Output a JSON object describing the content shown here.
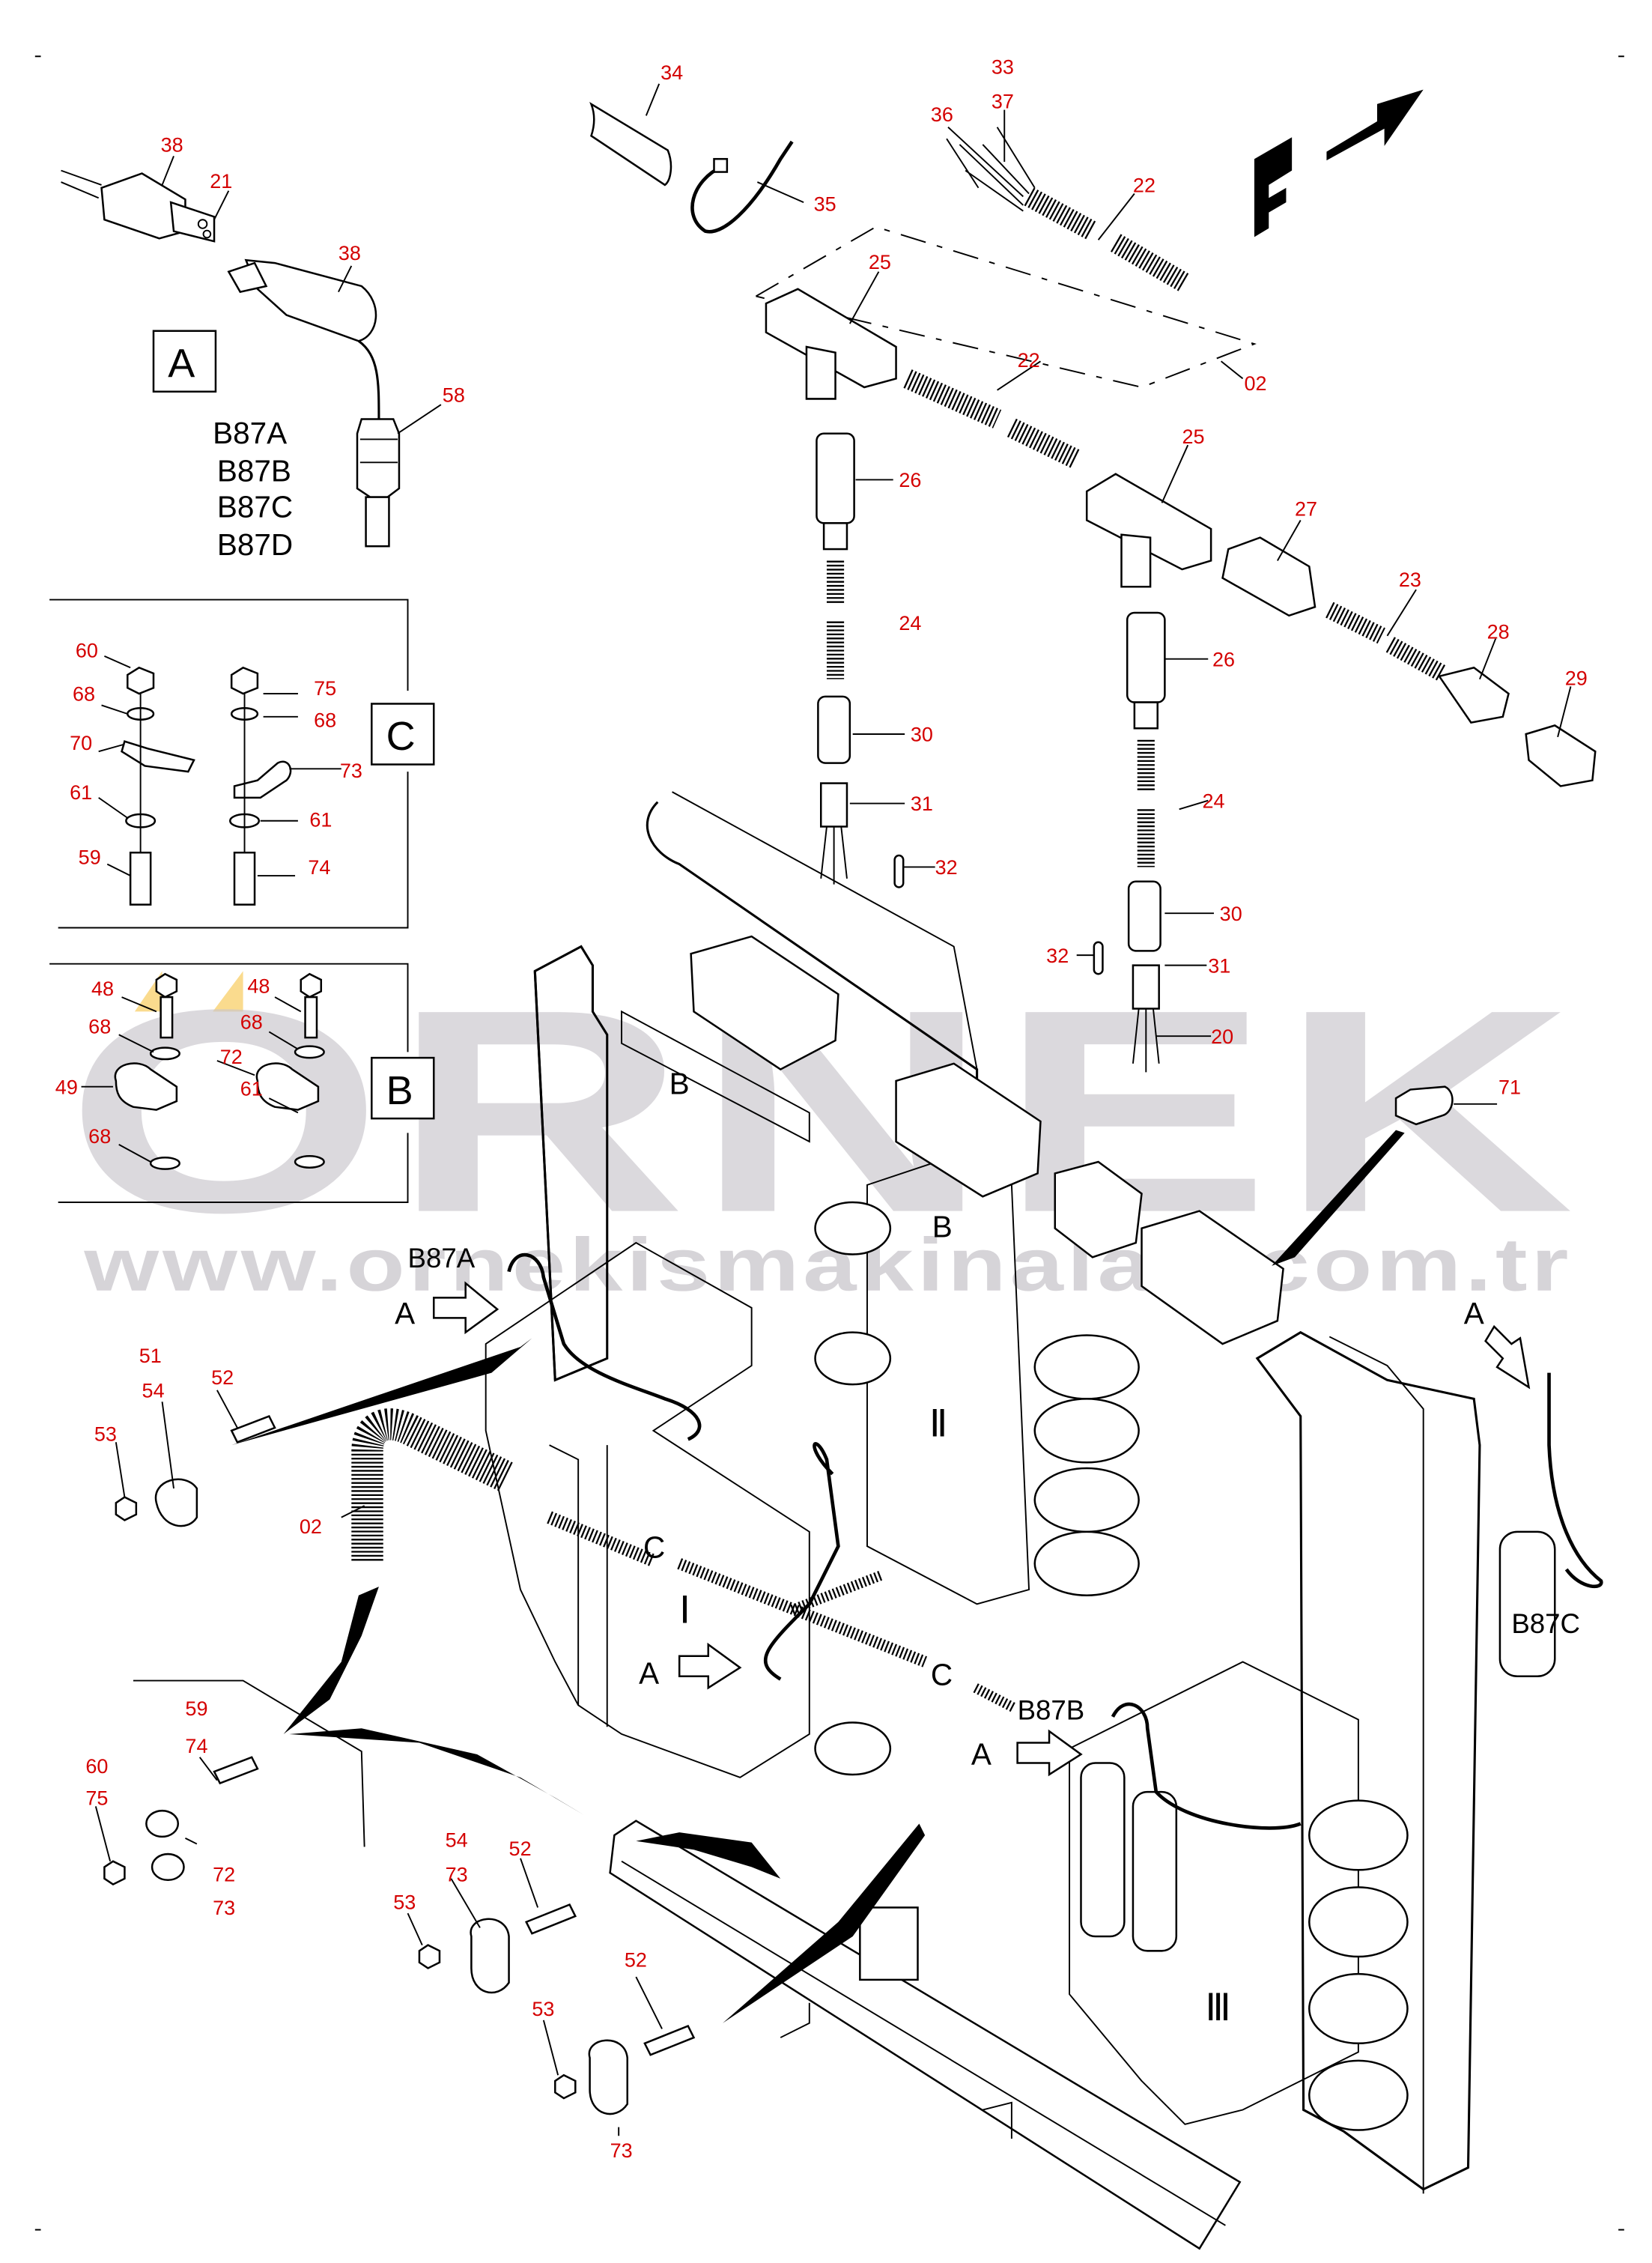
{
  "diagram": {
    "title": "Hydraulic valve block electrical harness — exploded parts view",
    "direction_marker": "F",
    "detail_boxes": {
      "A": {
        "letter": "A",
        "sensors": [
          "B87A",
          "B87B",
          "B87C",
          "B87D"
        ]
      },
      "C": {
        "letter": "C"
      },
      "B": {
        "letter": "B"
      }
    },
    "valve_sections": [
      "Ⅰ",
      "Ⅱ",
      "Ⅲ"
    ],
    "view_tags": {
      "b_top": "B",
      "b_mid": "B",
      "a_left": "A",
      "a_right": "A",
      "a_mid": "A",
      "a_lower": "A",
      "c_left": "C",
      "c_right": "C",
      "b87a": "B87A",
      "b87b": "B87B",
      "b87c": "B87C"
    },
    "callouts": {
      "detailA": [
        "38",
        "21",
        "38",
        "58"
      ],
      "top": [
        "34",
        "35",
        "36",
        "33",
        "37",
        "22",
        "25",
        "22",
        "02",
        "25",
        "26",
        "27",
        "23",
        "24",
        "28",
        "29",
        "26",
        "30",
        "31",
        "32",
        "24",
        "30",
        "32",
        "31",
        "20"
      ],
      "boxC": [
        "60",
        "68",
        "70",
        "61",
        "59",
        "75",
        "68",
        "73",
        "61",
        "74"
      ],
      "boxB": [
        "48",
        "48",
        "68",
        "68",
        "72",
        "49",
        "68",
        "61"
      ],
      "main": [
        "71",
        "51",
        "54",
        "52",
        "53",
        "02"
      ],
      "bottom": [
        "59",
        "74",
        "60",
        "75",
        "72",
        "73",
        "54",
        "73",
        "52",
        "53",
        "52",
        "53",
        "73"
      ]
    },
    "colors": {
      "callout": "#d40000",
      "line": "#000000",
      "watermark": "#c9c6cc",
      "watermark_accent": "#f6c343"
    }
  },
  "watermark": {
    "brand": "ORNEK",
    "url": "www.ornekismakinalari.com.tr"
  }
}
